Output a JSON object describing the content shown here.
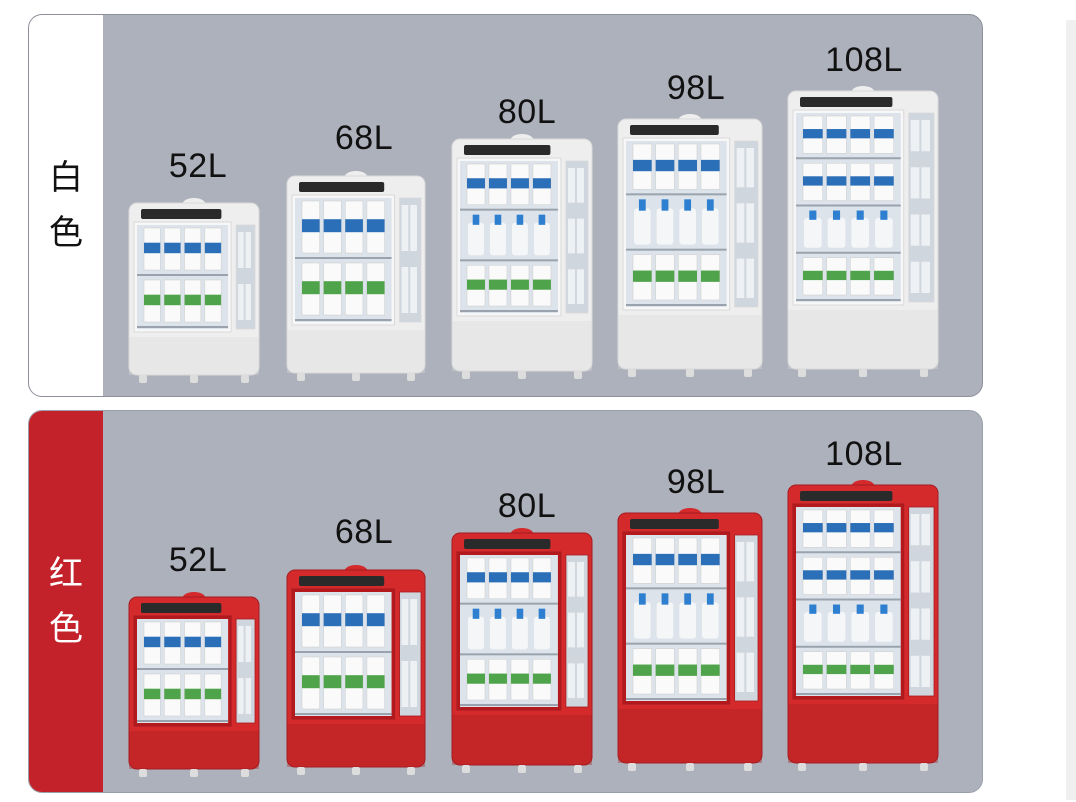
{
  "rows": [
    {
      "label_chars": [
        "白",
        "色"
      ],
      "color": "white",
      "side_bg": "#ffffff",
      "side_text": "#111111",
      "body_color": "#eeeeee",
      "body_shade": "#d9d9d9",
      "volumes": [
        "52L",
        "68L",
        "80L",
        "98L",
        "108L"
      ]
    },
    {
      "label_chars": [
        "红",
        "色"
      ],
      "color": "red",
      "side_bg": "#c4222a",
      "side_text": "#ffffff",
      "body_color": "#d42a2c",
      "body_shade": "#a51c1f",
      "volumes": [
        "52L",
        "68L",
        "80L",
        "98L",
        "108L"
      ]
    }
  ],
  "colors": {
    "panel_bg": "#adb1bc",
    "milk_carton_top": "#2b6fb8",
    "milk_carton_green": "#4fa34a",
    "milk_bottle_cap": "#2e7fd0",
    "screen": "#2a2a2a"
  }
}
